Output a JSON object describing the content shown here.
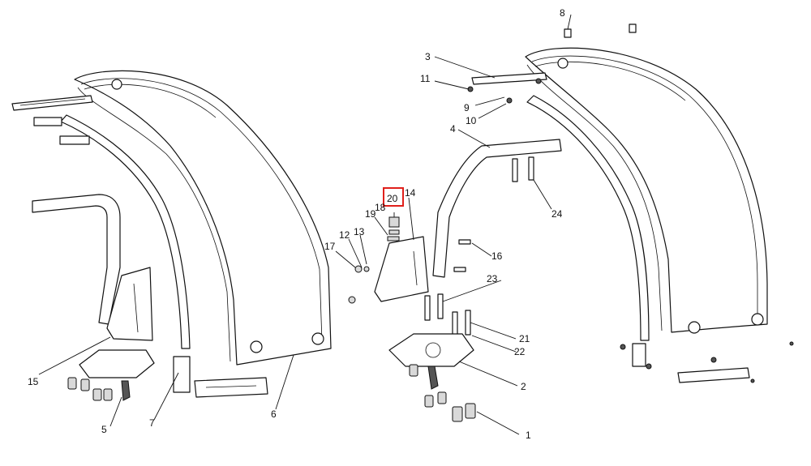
{
  "callouts": {
    "c1": "1",
    "c2": "2",
    "c3": "3",
    "c4": "4",
    "c5": "5",
    "c6": "6",
    "c7": "7",
    "c8": "8",
    "c9": "9",
    "c10": "10",
    "c11": "11",
    "c12": "12",
    "c13": "13",
    "c14": "14",
    "c15": "15",
    "c16": "16",
    "c17": "17",
    "c18": "18",
    "c19": "19",
    "c20": "20",
    "c21": "21",
    "c22": "22",
    "c23": "23",
    "c24": "24"
  },
  "highlight": {
    "callout": "20",
    "color": "#e0201b"
  }
}
